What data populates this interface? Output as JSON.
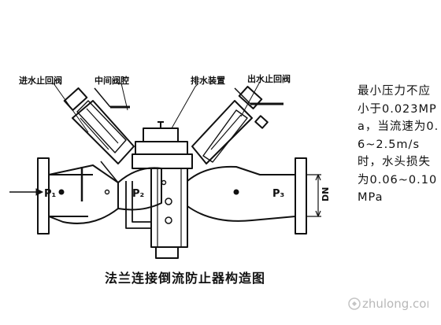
{
  "labels": {
    "inlet_check_valve": "进水止回阀",
    "middle_chamber": "中间阀腔",
    "drain_device": "排水装置",
    "outlet_check_valve": "出水止回阀",
    "p1": "P₁",
    "p2": "P₂",
    "p3": "P₃",
    "dn": "DN"
  },
  "caption": "法兰连接倒流防止器构造图",
  "note": "最小压力不应小于0.023MPa，当流速为0.6~2.5m/s时，水头损失为0.06~0.10MPa",
  "watermark": "zhulong.com"
}
